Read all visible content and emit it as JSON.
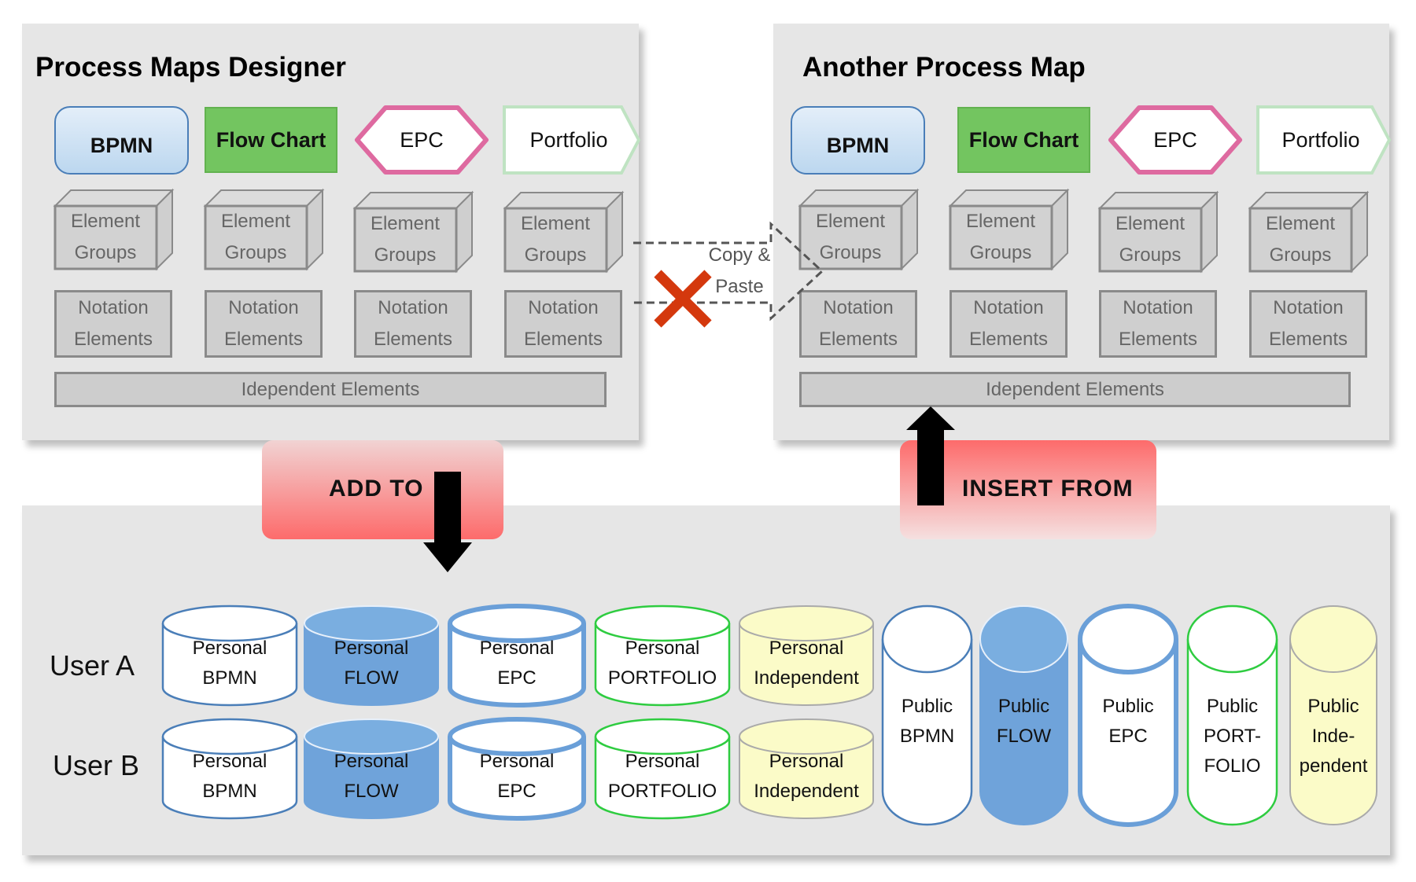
{
  "left_panel": {
    "title": "Process Maps Designer",
    "notations": [
      {
        "label": "BPMN",
        "shape": "rounded-rect"
      },
      {
        "label": "Flow Chart",
        "shape": "rect"
      },
      {
        "label": "EPC",
        "shape": "hexagon"
      },
      {
        "label": "Portfolio",
        "shape": "pentagon-arrow"
      }
    ],
    "element_groups_label": "Element\nGroups",
    "notation_elements_label": "Notation\nElements",
    "independent_label": "Idependent Elements"
  },
  "right_panel": {
    "title": "Another Process Map",
    "notations": [
      {
        "label": "BPMN",
        "shape": "rounded-rect"
      },
      {
        "label": "Flow Chart",
        "shape": "rect"
      },
      {
        "label": "EPC",
        "shape": "hexagon"
      },
      {
        "label": "Portfolio",
        "shape": "pentagon-arrow"
      }
    ],
    "element_groups_label": "Element\nGroups",
    "notation_elements_label": "Notation\nElements",
    "independent_label": "Idependent Elements"
  },
  "copy_paste": {
    "label": "Copy &\nPaste",
    "blocked_icon": "red-x-icon",
    "blocked_color": "#d4380d"
  },
  "add_to": {
    "label": "ADD TO",
    "arrow": "arrow-down-icon"
  },
  "insert_from": {
    "label": "INSERT FROM",
    "arrow": "arrow-up-icon"
  },
  "repository": {
    "users": [
      "User A",
      "User B"
    ],
    "personal": [
      {
        "label": "Personal\nBPMN",
        "style": "bpmn"
      },
      {
        "label": "Personal\nFLOW",
        "style": "flow"
      },
      {
        "label": "Personal\nEPC",
        "style": "epc"
      },
      {
        "label": "Personal\nPORTFOLIO",
        "style": "portfolio"
      },
      {
        "label": "Personal\nIndependent",
        "style": "independent"
      }
    ],
    "public": [
      {
        "label": "Public\nBPMN",
        "style": "bpmn"
      },
      {
        "label": "Public\nFLOW",
        "style": "flow"
      },
      {
        "label": "Public\nEPC",
        "style": "epc"
      },
      {
        "label": "Public\nPORT-\nFOLIO",
        "style": "portfolio"
      },
      {
        "label": "Public\nInde-\npendent",
        "style": "independent"
      }
    ]
  },
  "colors": {
    "panel_bg": "#e6e6e6",
    "bpmn_border": "#4a7eb8",
    "flow_fill": "#73c560",
    "epc_border": "#de6aa0",
    "portfolio_border": "#bfe3c2",
    "cyl_blue": "#6a9fd8",
    "cyl_green": "#2ecc40",
    "cyl_yellow": "#fbfbc8",
    "accent_red": "#fd6b6b"
  }
}
